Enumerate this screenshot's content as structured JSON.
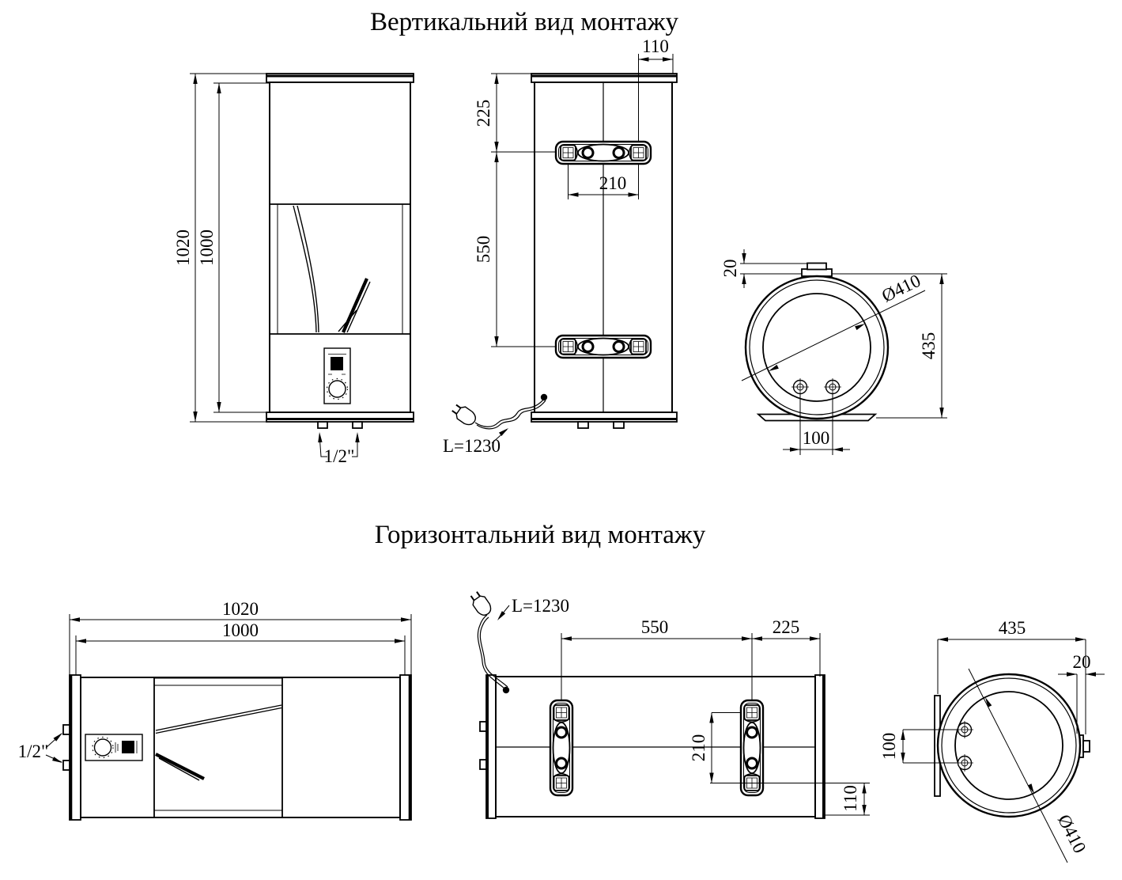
{
  "colors": {
    "background": "#ffffff",
    "ink": "#000000"
  },
  "vertical_view": {
    "title": "Вертикальний вид монтажу",
    "front": {
      "overall_height": "1020",
      "body_height": "1000",
      "pipe_size": "1/2\""
    },
    "back": {
      "edge_offset": "110",
      "top_to_bracket": "225",
      "hole_spacing": "210",
      "bracket_spacing": "550",
      "cord_length": "L=1230"
    },
    "top": {
      "bracket_offset": "20",
      "diameter": "Ø410",
      "depth": "435",
      "pipe_spacing": "100"
    }
  },
  "horizontal_view": {
    "title": "Горизонтальний вид монтажу",
    "front": {
      "overall_length": "1020",
      "body_length": "1000",
      "pipe_size": "1/2\""
    },
    "back": {
      "bracket_spacing": "550",
      "bracket_to_edge": "225",
      "hole_spacing": "210",
      "edge_offset": "110",
      "cord_length": "L=1230"
    },
    "side": {
      "depth": "435",
      "bracket_offset": "20",
      "pipe_spacing": "100",
      "diameter": "Ø410"
    }
  }
}
